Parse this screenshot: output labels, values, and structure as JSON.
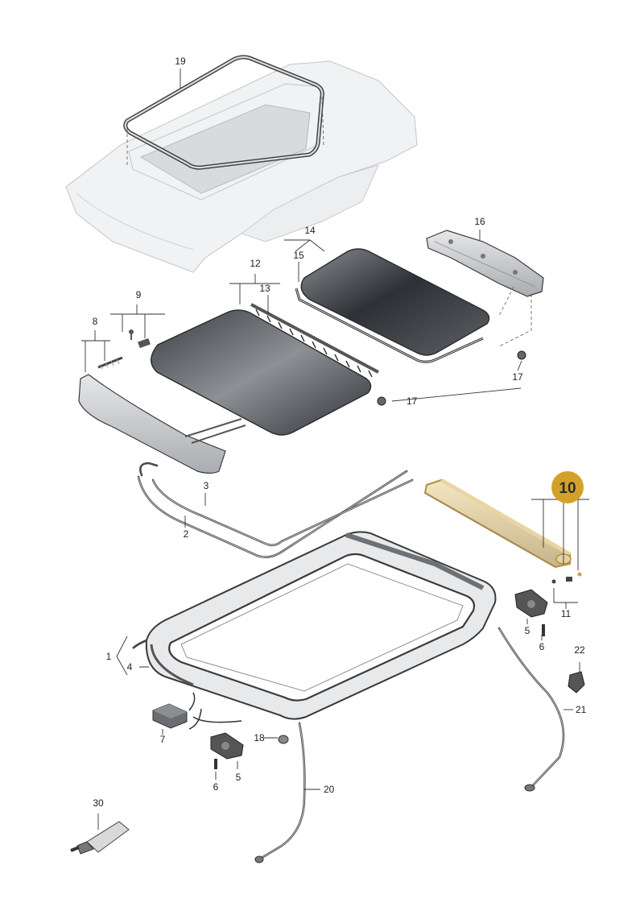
{
  "callouts": {
    "c1": "1",
    "c2": "2",
    "c3": "3",
    "c4": "4",
    "c5a": "5",
    "c5b": "5",
    "c6a": "6",
    "c6b": "6",
    "c7": "7",
    "c8": "8",
    "c9": "9",
    "c10": "10",
    "c11": "11",
    "c12": "12",
    "c13": "13",
    "c14": "14",
    "c15": "15",
    "c16": "16",
    "c17a": "17",
    "c17b": "17",
    "c18": "18",
    "c19": "19",
    "c20": "20",
    "c21": "21",
    "c22": "22",
    "c30": "30"
  },
  "highlight": {
    "part": "10",
    "color": "#d3a129"
  }
}
